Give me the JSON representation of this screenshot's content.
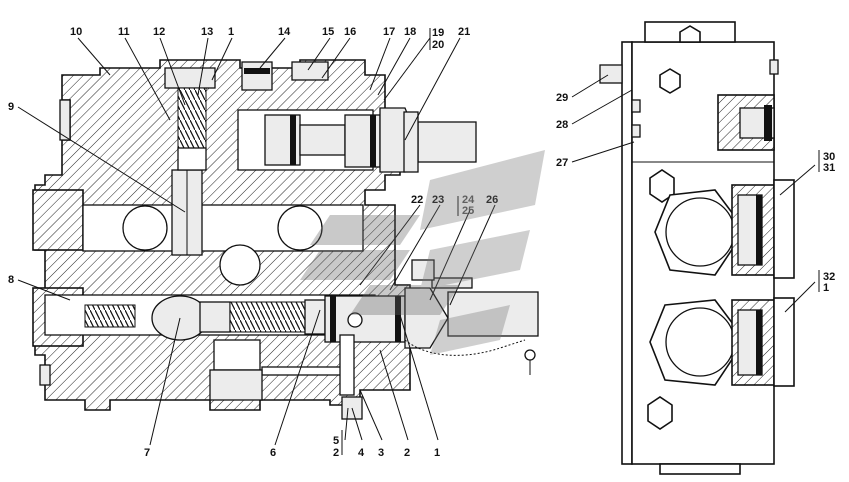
{
  "labels_left": {
    "top": [
      "10",
      "11",
      "12",
      "13",
      "1",
      "14",
      "15",
      "16",
      "17",
      "18",
      "21"
    ],
    "top_fraction": {
      "num": "19",
      "den": "20"
    },
    "left": [
      "9",
      "8"
    ],
    "bottom": [
      "7",
      "6",
      "4",
      "3",
      "2",
      "1"
    ],
    "bottom_fraction": {
      "num": "5",
      "den": "2"
    },
    "mid": [
      "22",
      "23",
      "26"
    ],
    "mid_fraction": {
      "num": "24",
      "den": "25"
    }
  },
  "labels_right": {
    "left": [
      "29",
      "28",
      "27"
    ],
    "fraction_a": {
      "num": "30",
      "den": "31"
    },
    "fraction_b": {
      "num": "32",
      "den": "1"
    }
  },
  "watermark": {
    "letters": "ЯТ"
  }
}
